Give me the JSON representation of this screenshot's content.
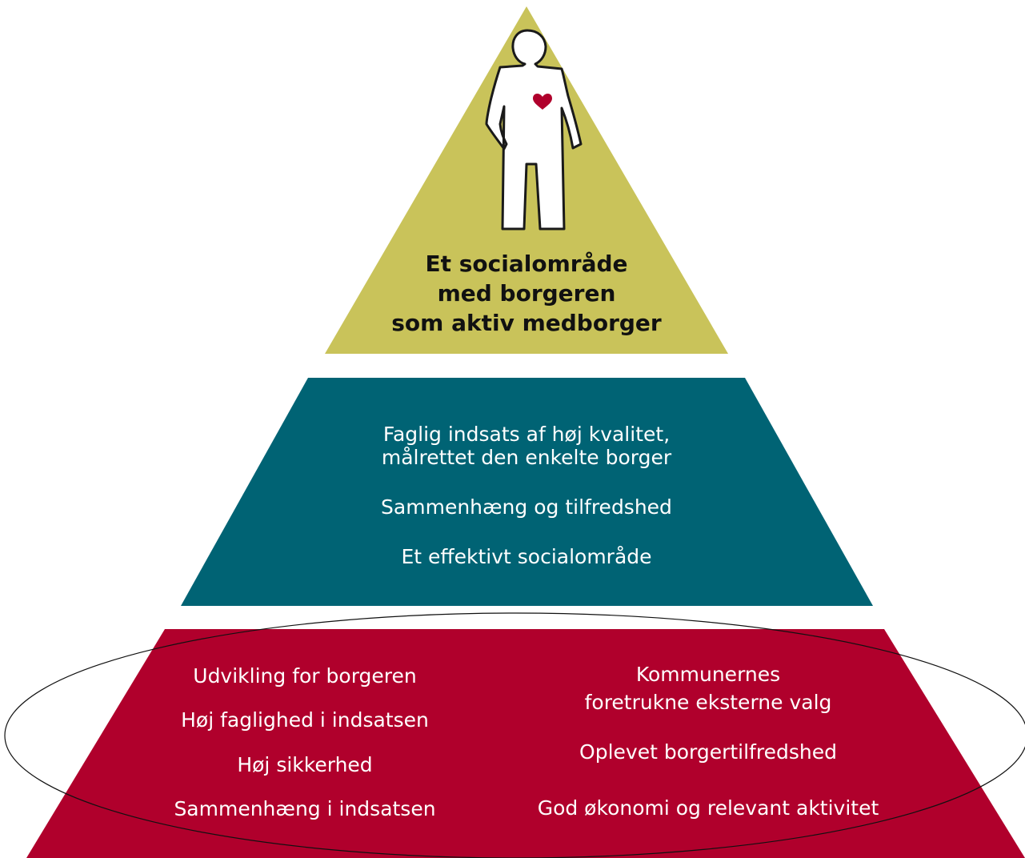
{
  "colors": {
    "top_tier": "#c9c35a",
    "middle_tier": "#006374",
    "bottom_tier": "#b0002c",
    "figure_fill": "#ffffff",
    "figure_stroke": "#1a1a1a",
    "heart": "#b0002c",
    "ellipse_stroke": "#111111"
  },
  "icons": {
    "figure": "person-figure-icon",
    "heart": "heart-icon"
  },
  "top_tier": {
    "title_lines": [
      "Et socialområde",
      "med borgeren",
      "som aktiv medborger"
    ]
  },
  "middle_tier": {
    "line1": "Faglig indsats af høj kvalitet,",
    "line2": "målrettet den enkelte borger",
    "line3": "Sammenhæng og tilfredshed",
    "line4": "Et effektivt socialområde"
  },
  "bottom_tier": {
    "left_items": [
      "Udvikling for borgeren",
      "Høj faglighed i indsatsen",
      "Høj sikkerhed",
      "Sammenhæng i indsatsen"
    ],
    "right_items": [
      "Kommunernes",
      "foretrukne eksterne valg",
      "Oplevet borgertilfredshed",
      "God økonomi og relevant aktivitet"
    ]
  }
}
